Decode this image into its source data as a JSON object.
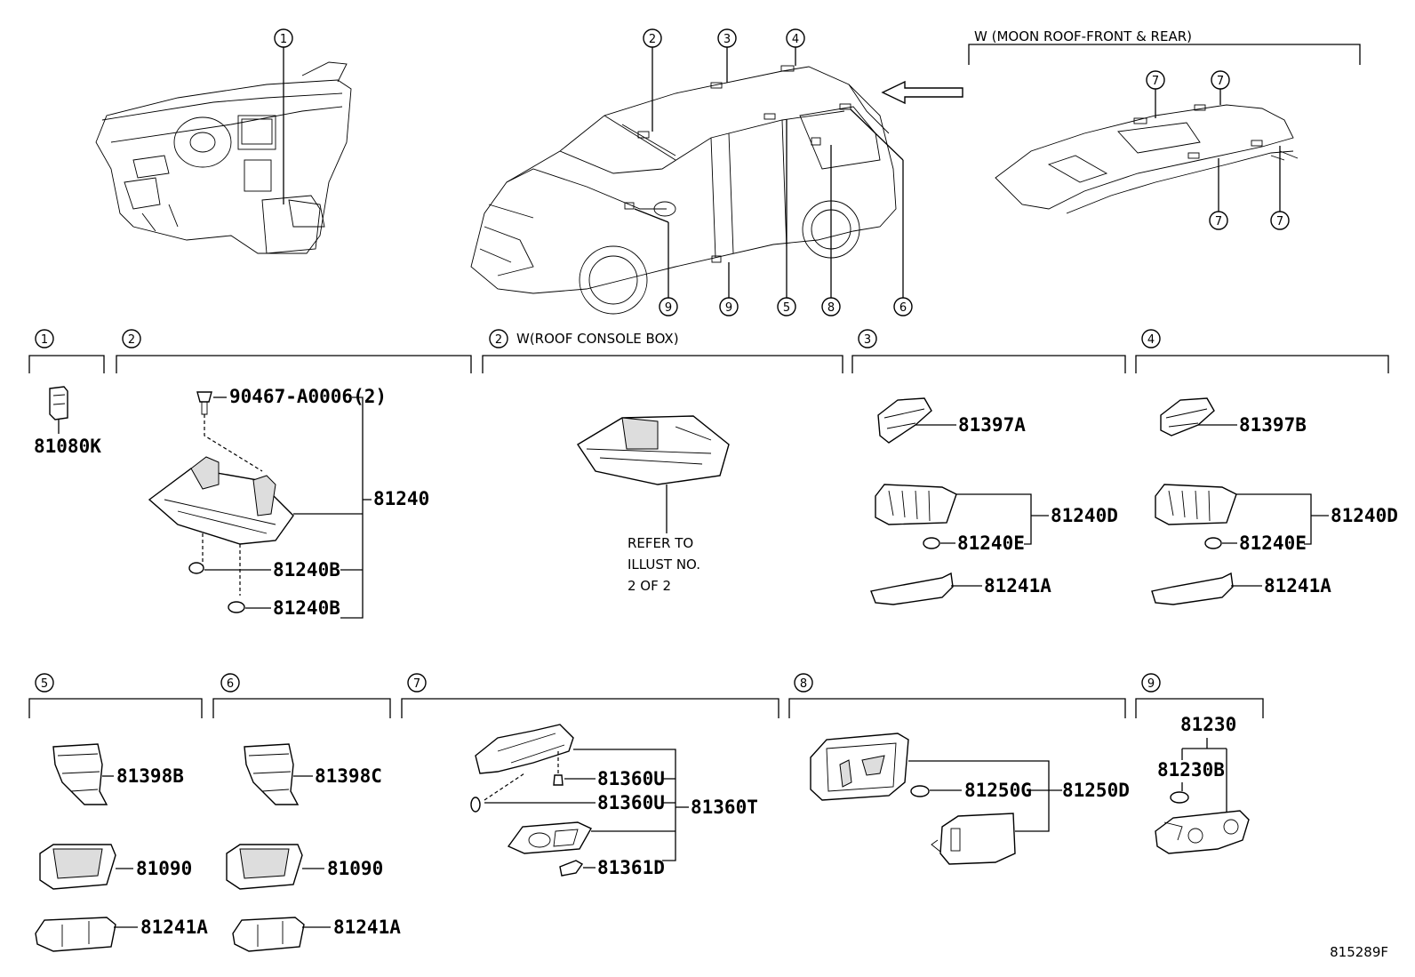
{
  "callouts": [
    "1",
    "2",
    "3",
    "4",
    "5",
    "6",
    "7",
    "8",
    "9"
  ],
  "moonroof_caption": "W (MOON ROOF-FRONT & REAR)",
  "roof_console_caption": "W(ROOF CONSOLE BOX)",
  "sections": {
    "s1": {
      "parts": [
        "81080K"
      ]
    },
    "s2": {
      "parts": [
        "90467-A0006(2)",
        "81240",
        "81240B",
        "81240B"
      ]
    },
    "s2b": {
      "note": [
        "REFER TO",
        "ILLUST NO.",
        "2 OF 2"
      ]
    },
    "s3": {
      "parts": [
        "81397A",
        "81240D",
        "81240E",
        "81241A"
      ]
    },
    "s4": {
      "parts": [
        "81397B",
        "81240D",
        "81240E",
        "81241A"
      ]
    },
    "s5": {
      "parts": [
        "81398B",
        "81090",
        "81241A"
      ]
    },
    "s6": {
      "parts": [
        "81398C",
        "81090",
        "81241A"
      ]
    },
    "s7": {
      "parts": [
        "81360U",
        "81360U",
        "81360T",
        "81361D"
      ]
    },
    "s8": {
      "parts": [
        "81250G",
        "81250D"
      ]
    },
    "s9": {
      "parts": [
        "81230",
        "81230B"
      ]
    }
  },
  "illustration_id": "815289F"
}
